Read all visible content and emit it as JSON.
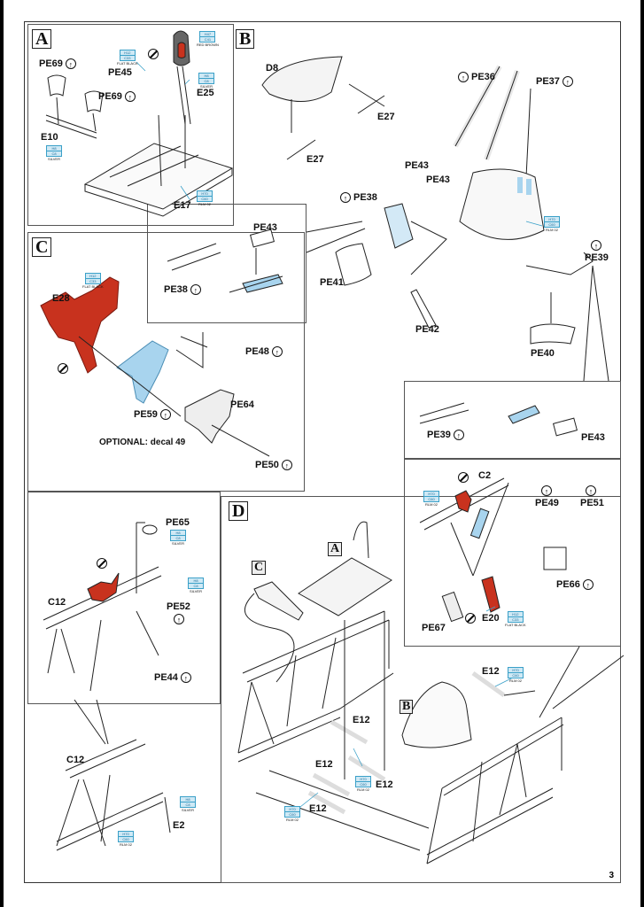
{
  "page": {
    "number": "3"
  },
  "sections": {
    "A": {
      "letter": "A",
      "labels": {
        "pe69_a": "PE69",
        "pe69_b": "PE69",
        "pe45": "PE45",
        "e25": "E25",
        "e10": "E10",
        "e17": "E17"
      },
      "paints": {
        "pe45": {
          "code1": "H12",
          "code2": "C33",
          "name": "FLAT BLACK"
        },
        "grip": {
          "code1": "H47",
          "code2": "C41",
          "name": "RED BROWN"
        },
        "e25": {
          "code1": "H8",
          "code2": "C8",
          "name": "SILVER"
        },
        "e10": {
          "code1": "H8",
          "code2": "C8",
          "name": "SILVER"
        },
        "e17": {
          "code1": "H70",
          "code2": "C60",
          "name": "RLM 02"
        }
      }
    },
    "B": {
      "letter": "B",
      "labels": {
        "d8": "D8",
        "e27_a": "E27",
        "e27_b": "E27",
        "pe36": "PE36",
        "pe37": "PE37",
        "pe43_a": "PE43",
        "pe43_b": "PE43",
        "pe38": "PE38",
        "pe41": "PE41",
        "pe42": "PE42",
        "pe39": "PE39",
        "pe40": "PE40"
      },
      "paints": {
        "seat": {
          "code1": "H70",
          "code2": "C60",
          "name": "RLM 02"
        }
      },
      "detail_pe38": {
        "pe43": "PE43",
        "pe38": "PE38"
      },
      "detail_pe39": {
        "pe39": "PE39",
        "pe43": "PE43"
      }
    },
    "C": {
      "letter": "C",
      "labels": {
        "e28": "E28",
        "pe48": "PE48",
        "pe59": "PE59",
        "pe64": "PE64",
        "pe50": "PE50"
      },
      "paints": {
        "e28": {
          "code1": "H12",
          "code2": "C33",
          "name": "FLAT BLACK"
        }
      },
      "optional_note": "OPTIONAL: decal 49"
    },
    "C12_detail": {
      "labels": {
        "c12": "C12",
        "pe65": "PE65",
        "pe52": "PE52",
        "pe44": "PE44"
      },
      "paints": {
        "pe65": {
          "code1": "H8",
          "code2": "C8",
          "name": "SILVER"
        },
        "pe52": {
          "code1": "H8",
          "code2": "C8",
          "name": "SILVER"
        }
      }
    },
    "C12_frame": {
      "labels": {
        "c12": "C12",
        "e2": "E2"
      },
      "paints": {
        "e2": {
          "code1": "H8",
          "code2": "C8",
          "name": "SILVER"
        },
        "frame": {
          "code1": "H70",
          "code2": "C60",
          "name": "RLM 02"
        }
      }
    },
    "C2_detail": {
      "labels": {
        "c2": "C2",
        "pe49": "PE49",
        "pe51": "PE51",
        "pe66": "PE66",
        "pe67": "PE67",
        "e20": "E20"
      },
      "paints": {
        "c2": {
          "code1": "H70",
          "code2": "C60",
          "name": "RLM 02"
        },
        "e20": {
          "code1": "H12",
          "code2": "C33",
          "name": "FLAT BLACK"
        }
      }
    },
    "D": {
      "letter": "D",
      "sub_refs": {
        "a": "A",
        "b": "B",
        "c": "C"
      },
      "labels": {
        "e12_a": "E12",
        "e12_b": "E12",
        "e12_c": "E12",
        "e12_d": "E12",
        "e12_e": "E12"
      },
      "paints": {
        "e12_a": {
          "code1": "H70",
          "code2": "C60",
          "name": "RLM 02"
        },
        "e12_b": {
          "code1": "H70",
          "code2": "C60",
          "name": "RLM 02"
        },
        "e12_c": {
          "code1": "H70",
          "code2": "C60",
          "name": "RLM 02"
        }
      }
    }
  },
  "colors": {
    "paint_box": "#cfe9f5",
    "paint_border": "#3aa0c8",
    "part_red": "#c8321e",
    "part_blue": "#a8d4ee"
  },
  "icons": {
    "photo_etch": "pe-bend-icon",
    "cut": "knife-icon"
  }
}
